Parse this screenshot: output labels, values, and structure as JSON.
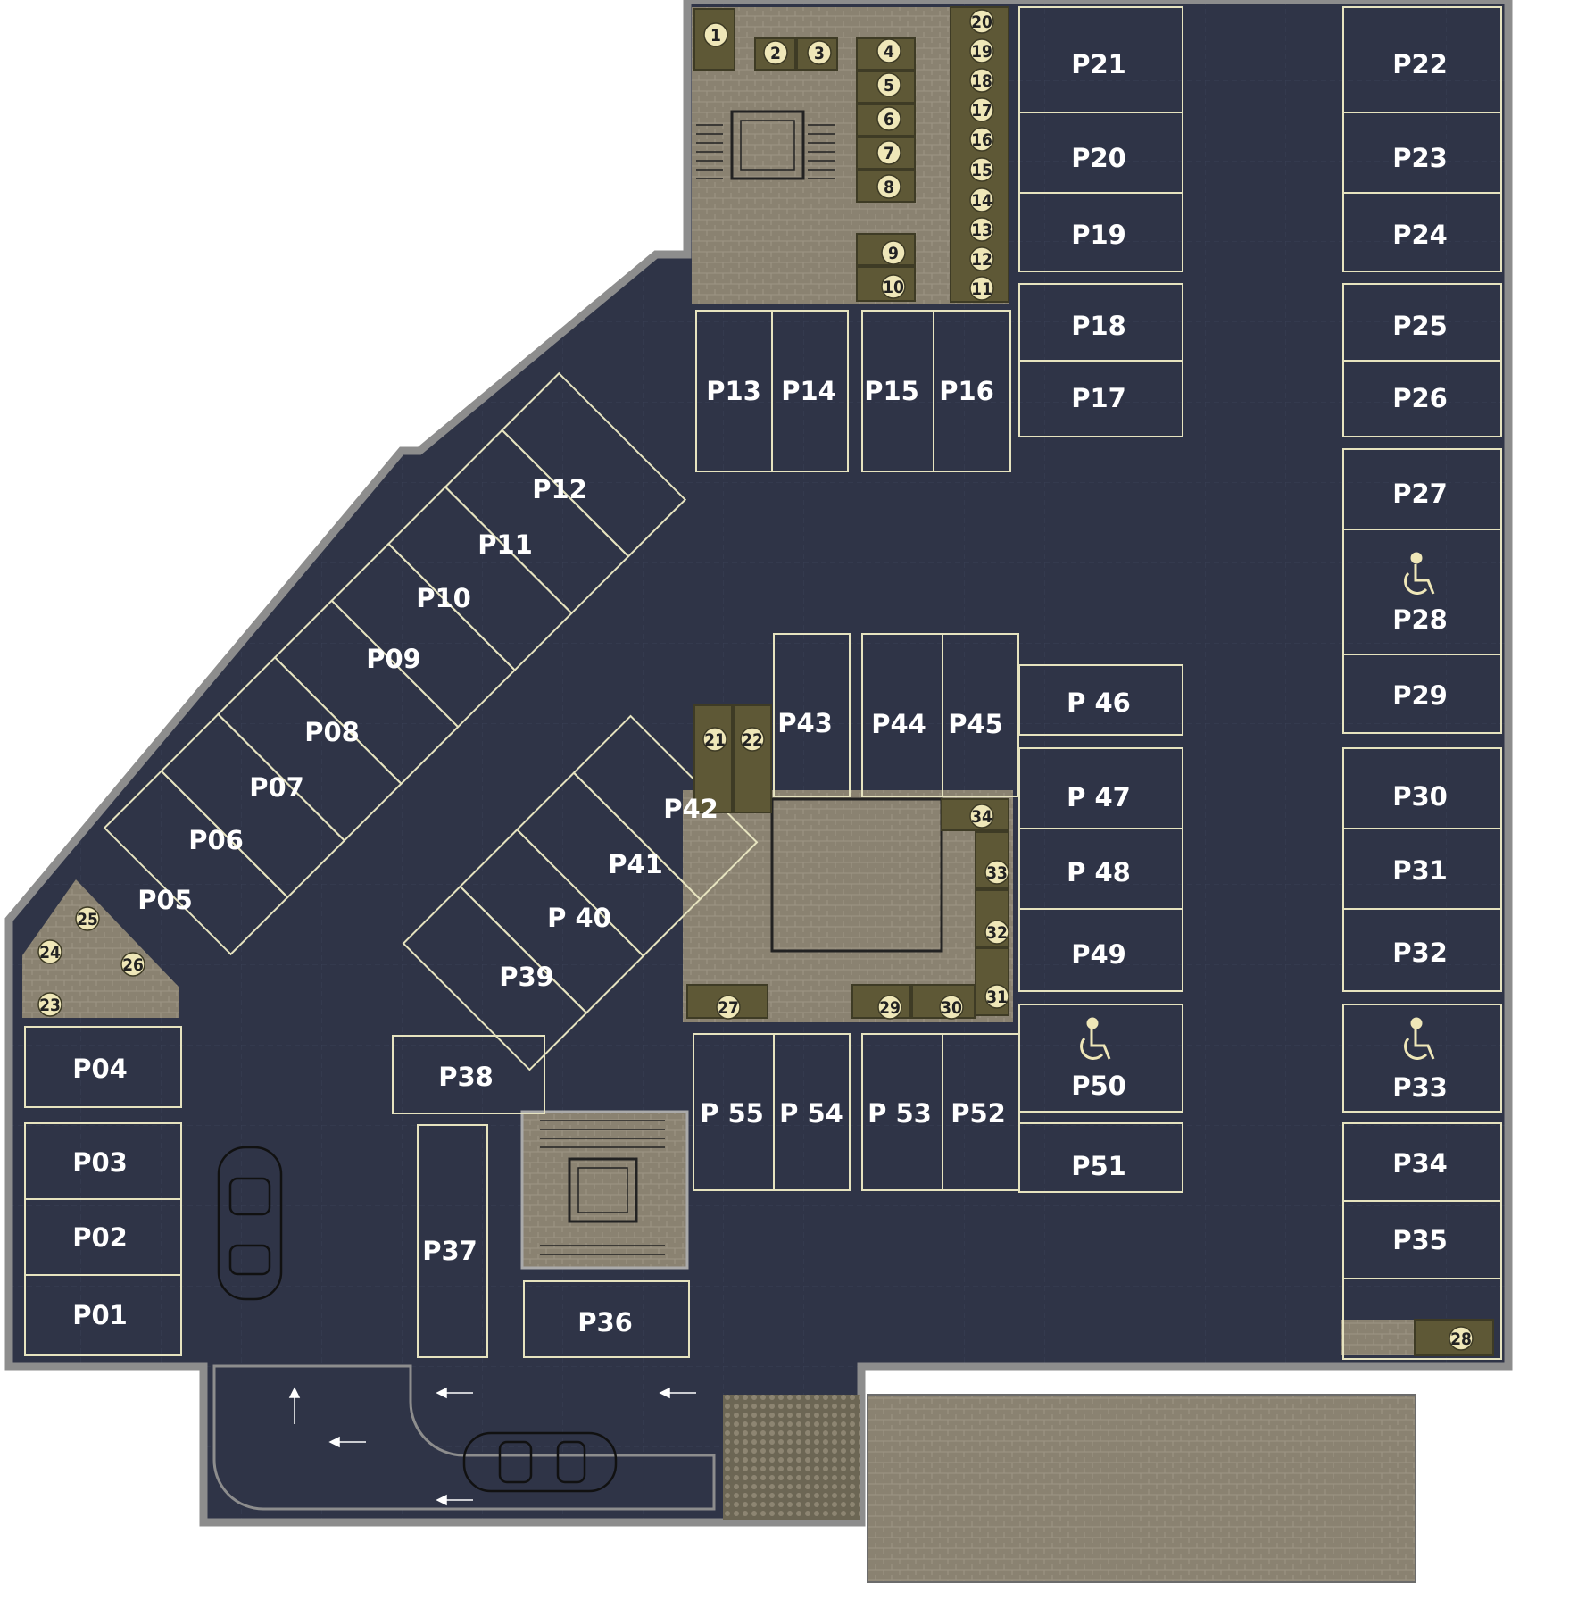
{
  "colors": {
    "floor": "#2f3447",
    "wall": "#8d8d8d",
    "line": "#e6e3bf",
    "tile": "#8a8271",
    "locker": "#5e5836",
    "circle": "#efe7b8",
    "label": "#ffffff"
  },
  "parking_slots": [
    {
      "id": "P01",
      "label": "P01",
      "accessible": false
    },
    {
      "id": "P02",
      "label": "P02",
      "accessible": false
    },
    {
      "id": "P03",
      "label": "P03",
      "accessible": false
    },
    {
      "id": "P04",
      "label": "P04",
      "accessible": false
    },
    {
      "id": "P05",
      "label": "P05",
      "accessible": false
    },
    {
      "id": "P06",
      "label": "P06",
      "accessible": false
    },
    {
      "id": "P07",
      "label": "P07",
      "accessible": false
    },
    {
      "id": "P08",
      "label": "P08",
      "accessible": false
    },
    {
      "id": "P09",
      "label": "P09",
      "accessible": false
    },
    {
      "id": "P10",
      "label": "P10",
      "accessible": false
    },
    {
      "id": "P11",
      "label": "P11",
      "accessible": false
    },
    {
      "id": "P12",
      "label": "P12",
      "accessible": false
    },
    {
      "id": "P13",
      "label": "P13",
      "accessible": false
    },
    {
      "id": "P14",
      "label": "P14",
      "accessible": false
    },
    {
      "id": "P15",
      "label": "P15",
      "accessible": false
    },
    {
      "id": "P16",
      "label": "P16",
      "accessible": false
    },
    {
      "id": "P17",
      "label": "P17",
      "accessible": false
    },
    {
      "id": "P18",
      "label": "P18",
      "accessible": false
    },
    {
      "id": "P19",
      "label": "P19",
      "accessible": false
    },
    {
      "id": "P20",
      "label": "P20",
      "accessible": false
    },
    {
      "id": "P21",
      "label": "P21",
      "accessible": false
    },
    {
      "id": "P22",
      "label": "P22",
      "accessible": false
    },
    {
      "id": "P23",
      "label": "P23",
      "accessible": false
    },
    {
      "id": "P24",
      "label": "P24",
      "accessible": false
    },
    {
      "id": "P25",
      "label": "P25",
      "accessible": false
    },
    {
      "id": "P26",
      "label": "P26",
      "accessible": false
    },
    {
      "id": "P27",
      "label": "P27",
      "accessible": false
    },
    {
      "id": "P28",
      "label": "P28",
      "accessible": true
    },
    {
      "id": "P29",
      "label": "P29",
      "accessible": false
    },
    {
      "id": "P30",
      "label": "P30",
      "accessible": false
    },
    {
      "id": "P31",
      "label": "P31",
      "accessible": false
    },
    {
      "id": "P32",
      "label": "P32",
      "accessible": false
    },
    {
      "id": "P33",
      "label": "P33",
      "accessible": true
    },
    {
      "id": "P34",
      "label": "P34",
      "accessible": false
    },
    {
      "id": "P35",
      "label": "P35",
      "accessible": false
    },
    {
      "id": "P36",
      "label": "P36",
      "accessible": false
    },
    {
      "id": "P37",
      "label": "P37",
      "accessible": false
    },
    {
      "id": "P38",
      "label": "P38",
      "accessible": false
    },
    {
      "id": "P39",
      "label": "P39",
      "accessible": false
    },
    {
      "id": "P40",
      "label": "P 40",
      "accessible": false
    },
    {
      "id": "P41",
      "label": "P41",
      "accessible": false
    },
    {
      "id": "P42",
      "label": "P42",
      "accessible": false
    },
    {
      "id": "P43",
      "label": "P43",
      "accessible": false
    },
    {
      "id": "P44",
      "label": "P44",
      "accessible": false
    },
    {
      "id": "P45",
      "label": "P45",
      "accessible": false
    },
    {
      "id": "P46",
      "label": "P 46",
      "accessible": false
    },
    {
      "id": "P47",
      "label": "P 47",
      "accessible": false
    },
    {
      "id": "P48",
      "label": "P 48",
      "accessible": false
    },
    {
      "id": "P49",
      "label": "P49",
      "accessible": false
    },
    {
      "id": "P50",
      "label": "P50",
      "accessible": true
    },
    {
      "id": "P51",
      "label": "P51",
      "accessible": false
    },
    {
      "id": "P52",
      "label": "P52",
      "accessible": false
    },
    {
      "id": "P53",
      "label": "P 53",
      "accessible": false
    },
    {
      "id": "P54",
      "label": "P 54",
      "accessible": false
    },
    {
      "id": "P55",
      "label": "P 55",
      "accessible": false
    }
  ],
  "storage_units": [
    "1",
    "2",
    "3",
    "4",
    "5",
    "6",
    "7",
    "8",
    "9",
    "10",
    "11",
    "12",
    "13",
    "14",
    "15",
    "16",
    "17",
    "18",
    "19",
    "20",
    "21",
    "22",
    "23",
    "24",
    "25",
    "26",
    "27",
    "28",
    "29",
    "30",
    "31",
    "32",
    "33",
    "34"
  ],
  "icons": [
    "wheelchair-icon",
    "car-icon",
    "arrow-icon",
    "stair-icon",
    "elevator-icon"
  ]
}
